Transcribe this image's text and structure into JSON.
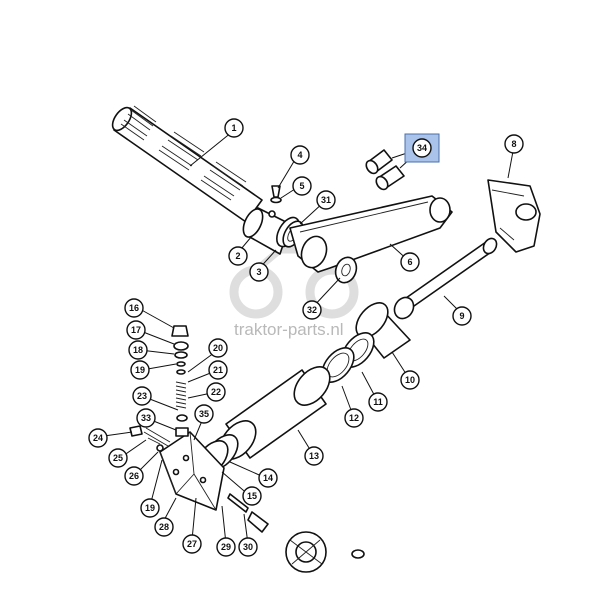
{
  "watermark": {
    "text": "traktor-parts.nl"
  },
  "callouts": [
    {
      "label": "1"
    },
    {
      "label": "2"
    },
    {
      "label": "3"
    },
    {
      "label": "4"
    },
    {
      "label": "5"
    },
    {
      "label": "6"
    },
    {
      "label": "8"
    },
    {
      "label": "9"
    },
    {
      "label": "10"
    },
    {
      "label": "11"
    },
    {
      "label": "12"
    },
    {
      "label": "13"
    },
    {
      "label": "14"
    },
    {
      "label": "15"
    },
    {
      "label": "16"
    },
    {
      "label": "17"
    },
    {
      "label": "18"
    },
    {
      "label": "19"
    },
    {
      "label": "19"
    },
    {
      "label": "20"
    },
    {
      "label": "21"
    },
    {
      "label": "22"
    },
    {
      "label": "23"
    },
    {
      "label": "24"
    },
    {
      "label": "25"
    },
    {
      "label": "26"
    },
    {
      "label": "27"
    },
    {
      "label": "28"
    },
    {
      "label": "29"
    },
    {
      "label": "30"
    },
    {
      "label": "31"
    },
    {
      "label": "32"
    },
    {
      "label": "33"
    },
    {
      "label": "34",
      "highlight": true
    },
    {
      "label": "35"
    }
  ],
  "colors": {
    "highlight": "#a9c3ea",
    "line": "#111111",
    "watermark": "#b9b9b9"
  }
}
